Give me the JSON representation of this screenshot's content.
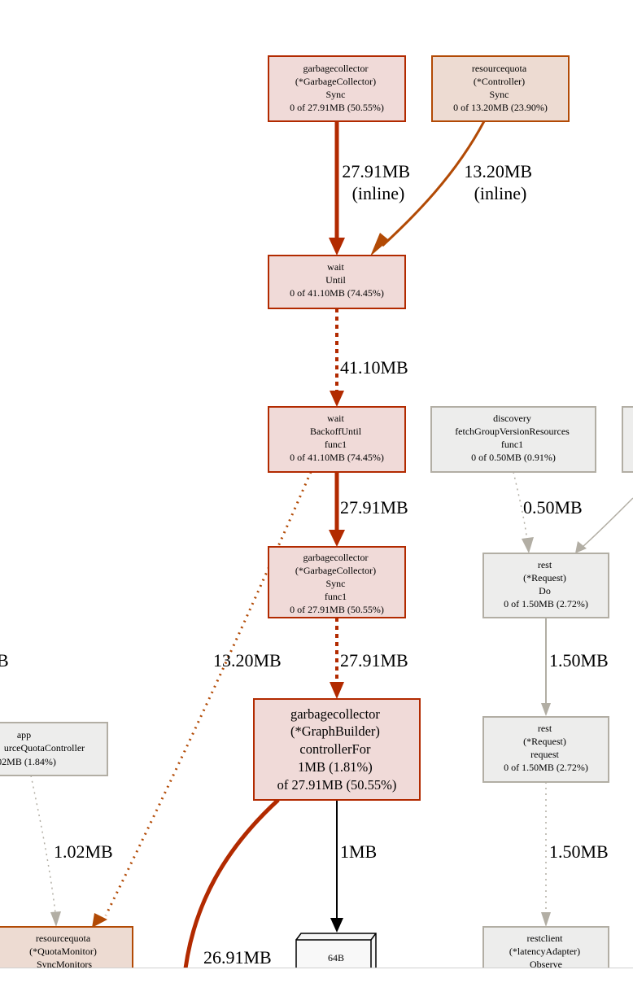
{
  "colors": {
    "hot_fill": "#f0dad8",
    "hot_stroke": "#b22a00",
    "warm_fill": "#eddbd2",
    "warm_stroke": "#b24a05",
    "cold_fill": "#ededec",
    "cold_stroke": "#b2aea4",
    "hot_edge": "#b22a00",
    "warm_edge": "#b24a05",
    "cold_edge": "#b2aea4",
    "black_edge": "#000000"
  },
  "nodes": {
    "gc_sync": [
      "garbagecollector",
      "(*GarbageCollector)",
      "Sync",
      "0 of 27.91MB (50.55%)"
    ],
    "rq_sync": [
      "resourcequota",
      "(*Controller)",
      "Sync",
      "0 of 13.20MB (23.90%)"
    ],
    "wait_until": [
      "wait",
      "Until",
      "0 of 41.10MB (74.45%)"
    ],
    "wait_backoff": [
      "wait",
      "BackoffUntil",
      "func1",
      "0 of 41.10MB (74.45%)"
    ],
    "discovery": [
      "discovery",
      "fetchGroupVersionResources",
      "func1",
      "0 of 0.50MB (0.91%)"
    ],
    "gc_sync_func1": [
      "garbagecollector",
      "(*GarbageCollector)",
      "Sync",
      "func1",
      "0 of 27.91MB (50.55%)"
    ],
    "rest_do": [
      "rest",
      "(*Request)",
      "Do",
      "0 of 1.50MB (2.72%)"
    ],
    "graphbuilder": [
      "garbagecollector",
      "(*GraphBuilder)",
      "controllerFor",
      "1MB (1.81%)",
      "of 27.91MB (50.55%)"
    ],
    "app": [
      "app",
      "urceQuotaController",
      ".02MB (1.84%)"
    ],
    "rest_request": [
      "rest",
      "(*Request)",
      "request",
      "0 of 1.50MB (2.72%)"
    ],
    "rq_monitor": [
      "resourcequota",
      "(*QuotaMonitor)",
      "SyncMonitors"
    ],
    "restclient": [
      "restclient",
      "(*latencyAdapter)",
      "Observe"
    ],
    "alloc_64b": [
      "64B"
    ]
  },
  "edges": {
    "gc_to_wait": [
      "27.91MB",
      "(inline)"
    ],
    "rq_to_wait": [
      "13.20MB",
      "(inline)"
    ],
    "until_to_backoff": [
      "41.10MB"
    ],
    "backoff_to_gcfunc": [
      "27.91MB"
    ],
    "discovery_to_do": [
      "0.50MB"
    ],
    "gcfunc_to_builder": [
      "27.91MB"
    ],
    "backoff_to_monitor": [
      "13.20MB"
    ],
    "do_to_request": [
      "1.50MB"
    ],
    "left_cut": [
      "B"
    ],
    "app_to_monitor": [
      "1.02MB"
    ],
    "builder_to_64b": [
      "1MB"
    ],
    "request_to_restclient": [
      "1.50MB"
    ],
    "builder_down": [
      "26.91MB"
    ]
  }
}
